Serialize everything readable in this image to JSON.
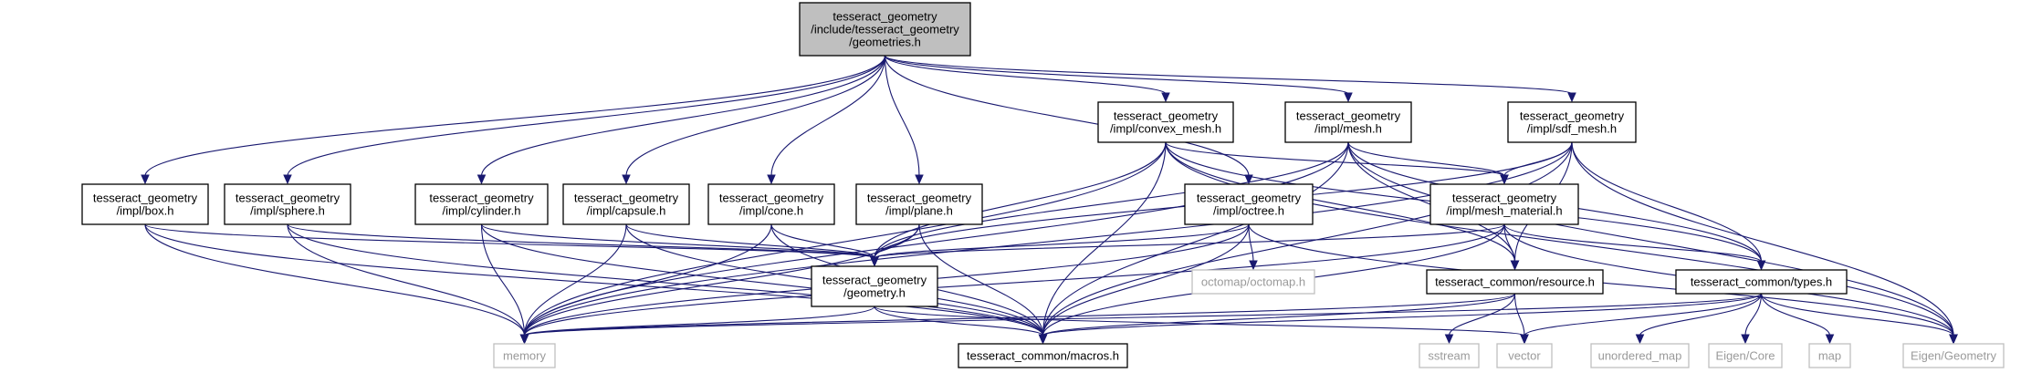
{
  "graph": {
    "colors": {
      "edge": "#191970",
      "root_fill": "#bfbfbf",
      "node_border": "#000000",
      "external_border": "#bfbfbf",
      "external_text": "#9a9a9a"
    },
    "nodes": [
      {
        "id": "root",
        "lines": [
          "tesseract_geometry",
          "/include/tesseract_geometry",
          "/geometries.h"
        ],
        "kind": "root"
      },
      {
        "id": "box",
        "lines": [
          "tesseract_geometry",
          "/impl/box.h"
        ],
        "kind": "normal"
      },
      {
        "id": "sphere",
        "lines": [
          "tesseract_geometry",
          "/impl/sphere.h"
        ],
        "kind": "normal"
      },
      {
        "id": "cylinder",
        "lines": [
          "tesseract_geometry",
          "/impl/cylinder.h"
        ],
        "kind": "normal"
      },
      {
        "id": "capsule",
        "lines": [
          "tesseract_geometry",
          "/impl/capsule.h"
        ],
        "kind": "normal"
      },
      {
        "id": "cone",
        "lines": [
          "tesseract_geometry",
          "/impl/cone.h"
        ],
        "kind": "normal"
      },
      {
        "id": "plane",
        "lines": [
          "tesseract_geometry",
          "/impl/plane.h"
        ],
        "kind": "normal"
      },
      {
        "id": "octree",
        "lines": [
          "tesseract_geometry",
          "/impl/octree.h"
        ],
        "kind": "normal"
      },
      {
        "id": "convex_mesh",
        "lines": [
          "tesseract_geometry",
          "/impl/convex_mesh.h"
        ],
        "kind": "normal"
      },
      {
        "id": "mesh",
        "lines": [
          "tesseract_geometry",
          "/impl/mesh.h"
        ],
        "kind": "normal"
      },
      {
        "id": "sdf_mesh",
        "lines": [
          "tesseract_geometry",
          "/impl/sdf_mesh.h"
        ],
        "kind": "normal"
      },
      {
        "id": "mesh_material",
        "lines": [
          "tesseract_geometry",
          "/impl/mesh_material.h"
        ],
        "kind": "normal"
      },
      {
        "id": "geometry",
        "lines": [
          "tesseract_geometry",
          "/geometry.h"
        ],
        "kind": "normal"
      },
      {
        "id": "resource",
        "lines": [
          "tesseract_common/resource.h"
        ],
        "kind": "normal"
      },
      {
        "id": "types",
        "lines": [
          "tesseract_common/types.h"
        ],
        "kind": "normal"
      },
      {
        "id": "macros",
        "lines": [
          "tesseract_common/macros.h"
        ],
        "kind": "normal"
      },
      {
        "id": "memory",
        "lines": [
          "memory"
        ],
        "kind": "ext"
      },
      {
        "id": "octomap",
        "lines": [
          "octomap/octomap.h"
        ],
        "kind": "ext"
      },
      {
        "id": "sstream",
        "lines": [
          "sstream"
        ],
        "kind": "ext"
      },
      {
        "id": "vector",
        "lines": [
          "vector"
        ],
        "kind": "ext"
      },
      {
        "id": "unordered_map",
        "lines": [
          "unordered_map"
        ],
        "kind": "ext"
      },
      {
        "id": "eigen_core",
        "lines": [
          "Eigen/Core"
        ],
        "kind": "ext"
      },
      {
        "id": "map",
        "lines": [
          "map"
        ],
        "kind": "ext"
      },
      {
        "id": "eigen_geometry",
        "lines": [
          "Eigen/Geometry"
        ],
        "kind": "ext"
      }
    ],
    "edges": [
      [
        "root",
        "box"
      ],
      [
        "root",
        "sphere"
      ],
      [
        "root",
        "cylinder"
      ],
      [
        "root",
        "capsule"
      ],
      [
        "root",
        "cone"
      ],
      [
        "root",
        "plane"
      ],
      [
        "root",
        "octree"
      ],
      [
        "root",
        "convex_mesh"
      ],
      [
        "root",
        "mesh"
      ],
      [
        "root",
        "sdf_mesh"
      ],
      [
        "box",
        "geometry"
      ],
      [
        "box",
        "macros"
      ],
      [
        "box",
        "memory"
      ],
      [
        "sphere",
        "geometry"
      ],
      [
        "sphere",
        "macros"
      ],
      [
        "sphere",
        "memory"
      ],
      [
        "cylinder",
        "geometry"
      ],
      [
        "cylinder",
        "macros"
      ],
      [
        "cylinder",
        "memory"
      ],
      [
        "capsule",
        "geometry"
      ],
      [
        "capsule",
        "macros"
      ],
      [
        "capsule",
        "memory"
      ],
      [
        "cone",
        "geometry"
      ],
      [
        "cone",
        "macros"
      ],
      [
        "cone",
        "memory"
      ],
      [
        "plane",
        "geometry"
      ],
      [
        "plane",
        "macros"
      ],
      [
        "plane",
        "memory"
      ],
      [
        "octree",
        "geometry"
      ],
      [
        "octree",
        "macros"
      ],
      [
        "octree",
        "memory"
      ],
      [
        "octree",
        "octomap"
      ],
      [
        "octree",
        "eigen_geometry"
      ],
      [
        "convex_mesh",
        "geometry"
      ],
      [
        "convex_mesh",
        "macros"
      ],
      [
        "convex_mesh",
        "memory"
      ],
      [
        "convex_mesh",
        "mesh_material"
      ],
      [
        "convex_mesh",
        "resource"
      ],
      [
        "convex_mesh",
        "types"
      ],
      [
        "convex_mesh",
        "eigen_geometry"
      ],
      [
        "mesh",
        "geometry"
      ],
      [
        "mesh",
        "macros"
      ],
      [
        "mesh",
        "memory"
      ],
      [
        "mesh",
        "mesh_material"
      ],
      [
        "mesh",
        "resource"
      ],
      [
        "mesh",
        "types"
      ],
      [
        "mesh",
        "eigen_geometry"
      ],
      [
        "sdf_mesh",
        "geometry"
      ],
      [
        "sdf_mesh",
        "macros"
      ],
      [
        "sdf_mesh",
        "memory"
      ],
      [
        "sdf_mesh",
        "mesh_material"
      ],
      [
        "sdf_mesh",
        "resource"
      ],
      [
        "sdf_mesh",
        "types"
      ],
      [
        "sdf_mesh",
        "eigen_geometry"
      ],
      [
        "mesh_material",
        "geometry"
      ],
      [
        "mesh_material",
        "macros"
      ],
      [
        "mesh_material",
        "memory"
      ],
      [
        "mesh_material",
        "resource"
      ],
      [
        "mesh_material",
        "types"
      ],
      [
        "mesh_material",
        "eigen_geometry"
      ],
      [
        "geometry",
        "macros"
      ],
      [
        "geometry",
        "memory"
      ],
      [
        "geometry",
        "vector"
      ],
      [
        "resource",
        "macros"
      ],
      [
        "resource",
        "memory"
      ],
      [
        "resource",
        "sstream"
      ],
      [
        "resource",
        "vector"
      ],
      [
        "types",
        "macros"
      ],
      [
        "types",
        "memory"
      ],
      [
        "types",
        "vector"
      ],
      [
        "types",
        "unordered_map"
      ],
      [
        "types",
        "eigen_core"
      ],
      [
        "types",
        "map"
      ],
      [
        "types",
        "eigen_geometry"
      ]
    ]
  }
}
